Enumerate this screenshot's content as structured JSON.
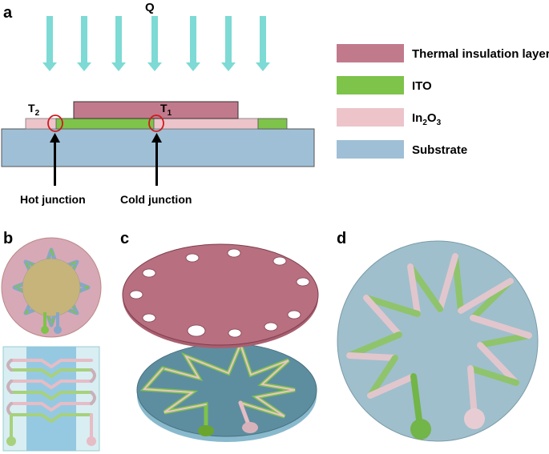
{
  "panels": {
    "a": "a",
    "b": "b",
    "c": "c",
    "d": "d"
  },
  "heat_label": "Q",
  "t2_label": "T",
  "t2_sub": "2",
  "t1_label": "T",
  "t1_sub": "1",
  "hot_junction_label": "Hot junction",
  "cold_junction_label": "Cold junction",
  "legend": [
    {
      "label": "Thermal insulation layer",
      "color": "#c17a8c"
    },
    {
      "label": "ITO",
      "color": "#7ec34a"
    },
    {
      "label_main": "In",
      "sub1": "2",
      "mid": "O",
      "sub2": "3",
      "color": "#ecc4ca"
    },
    {
      "label": "Substrate",
      "color": "#9fbfd6"
    }
  ],
  "colors": {
    "arrow": "#7ddad5",
    "insulation": "#c17a8c",
    "ito": "#7ec34a",
    "in2o3": "#ecc4ca",
    "substrate": "#9fbfd6",
    "junction_circle": "#d0191d"
  }
}
